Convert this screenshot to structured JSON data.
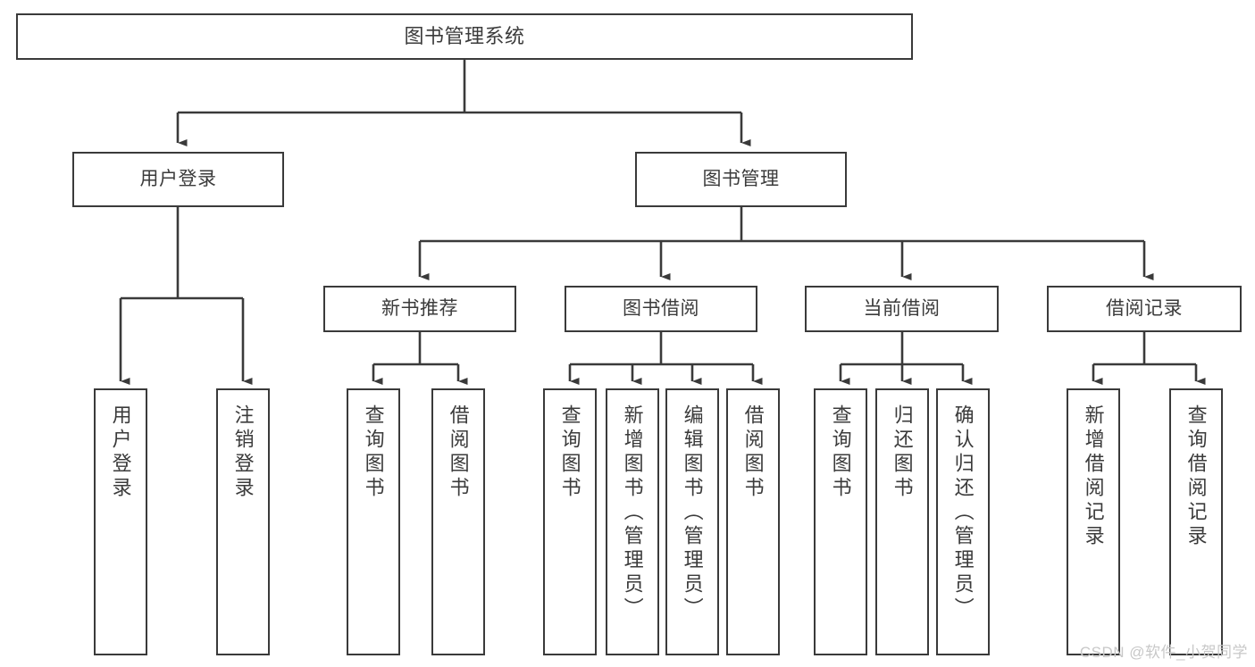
{
  "diagram": {
    "title": "图书管理系统",
    "type": "tree-hierarchy",
    "root": {
      "id": "root",
      "label": "图书管理系统"
    },
    "level2": [
      {
        "id": "user-login",
        "label": "用户登录"
      },
      {
        "id": "book-manage",
        "label": "图书管理"
      }
    ],
    "level3": [
      {
        "id": "new-book-recommend",
        "label": "新书推荐"
      },
      {
        "id": "book-borrow",
        "label": "图书借阅"
      },
      {
        "id": "current-borrow",
        "label": "当前借阅"
      },
      {
        "id": "borrow-record",
        "label": "借阅记录"
      }
    ],
    "leaves": [
      {
        "id": "leaf-user-login",
        "label": "用户登录"
      },
      {
        "id": "leaf-logout-login",
        "label": "注销登录"
      },
      {
        "id": "leaf-query-book-1",
        "label": "查询图书"
      },
      {
        "id": "leaf-borrow-book-1",
        "label": "借阅图书"
      },
      {
        "id": "leaf-query-book-2",
        "label": "查询图书"
      },
      {
        "id": "leaf-add-book-admin",
        "label": "新增图书（管理员）"
      },
      {
        "id": "leaf-edit-book-admin",
        "label": "编辑图书（管理员）"
      },
      {
        "id": "leaf-borrow-book-2",
        "label": "借阅图书"
      },
      {
        "id": "leaf-query-book-3",
        "label": "查询图书"
      },
      {
        "id": "leaf-return-book",
        "label": "归还图书"
      },
      {
        "id": "leaf-confirm-return-admin",
        "label": "确认归还（管理员）"
      },
      {
        "id": "leaf-add-borrow-record",
        "label": "新增借阅记录"
      },
      {
        "id": "leaf-query-borrow-record",
        "label": "查询借阅记录"
      }
    ]
  },
  "watermark": {
    "text": "CSDN @软件_小贺同学"
  },
  "colors": {
    "box_border": "#3a3a3a",
    "box_fill": "#ffffff",
    "text": "#3b3b3b",
    "connector": "#3a3a3a",
    "watermark": "#c8c8c8",
    "background": "#ffffff"
  }
}
